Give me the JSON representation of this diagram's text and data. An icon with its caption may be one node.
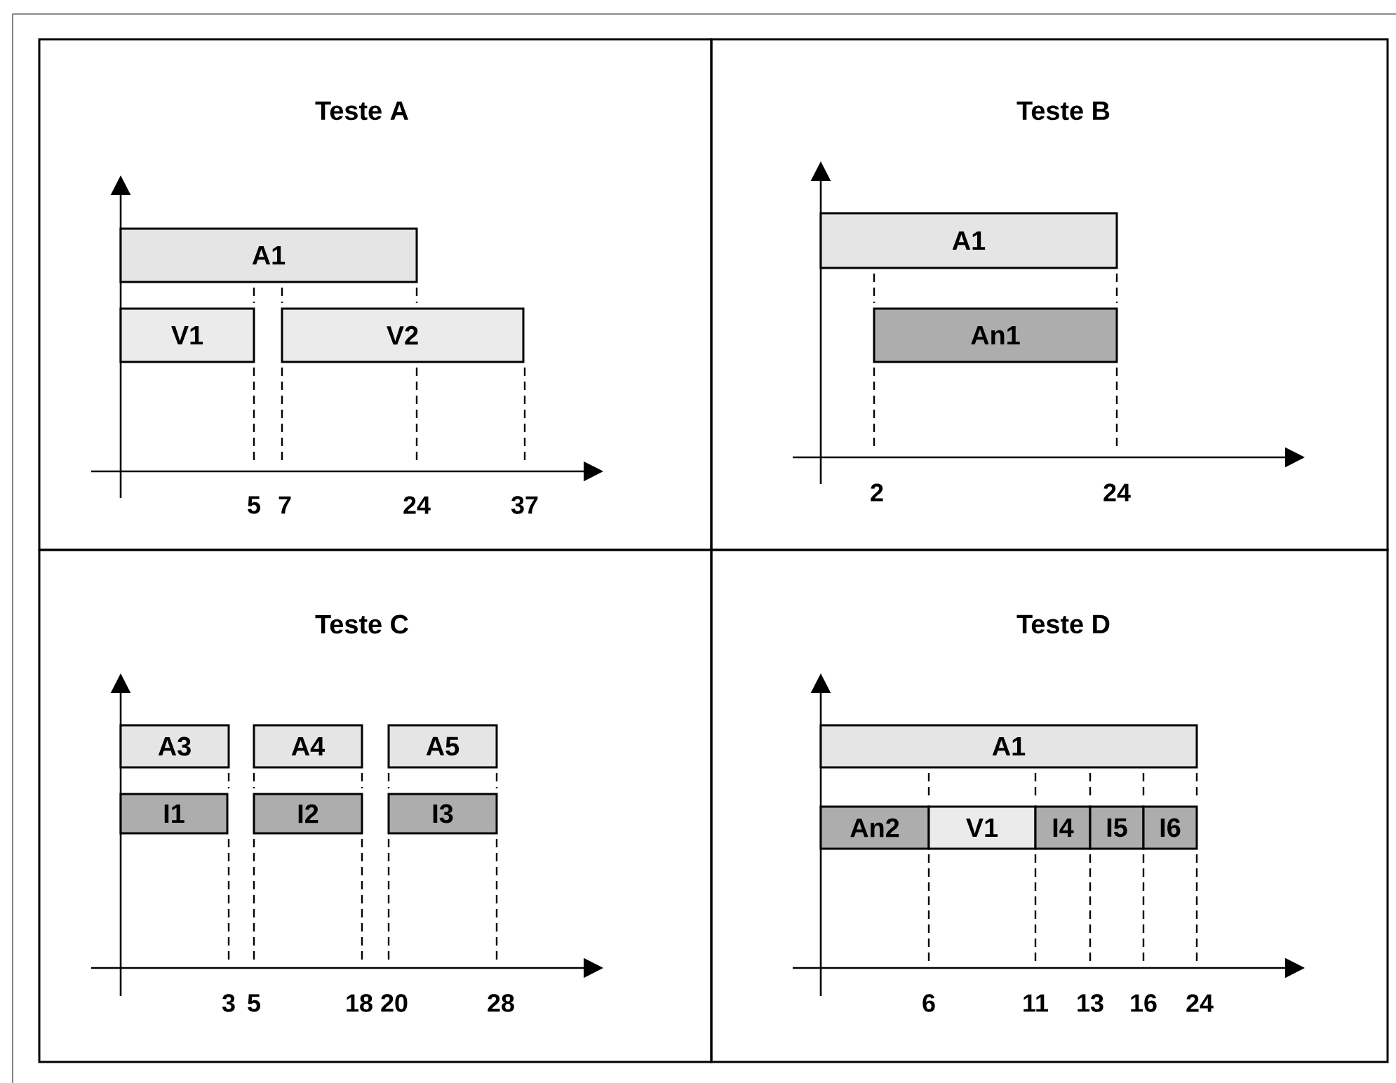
{
  "diagram": {
    "nodes": [
      {
        "text": [
          "Teste A"
        ]
      },
      {
        "text": [
          "A1"
        ],
        "in": 0
      },
      {
        "text": [
          "V1"
        ],
        "in": 0
      },
      {
        "text": [
          "V2"
        ],
        "in": 0
      },
      {
        "text": [
          "Teste B"
        ]
      },
      {
        "text": [
          "A1"
        ],
        "in": 4
      },
      {
        "text": [
          "An1"
        ],
        "in": 4
      },
      {
        "text": [
          "Teste C"
        ]
      },
      {
        "text": [
          "A3"
        ],
        "in": 7
      },
      {
        "text": [
          "A4"
        ],
        "in": 7
      },
      {
        "text": [
          "A5"
        ],
        "in": 7
      },
      {
        "text": [
          "I1"
        ],
        "in": 7
      },
      {
        "text": [
          "I2"
        ],
        "in": 7
      },
      {
        "text": [
          "I3"
        ],
        "in": 7
      },
      {
        "text": [
          "Teste D"
        ]
      },
      {
        "text": [
          "A1"
        ],
        "in": 14
      },
      {
        "text": [
          "An2"
        ],
        "in": 14
      },
      {
        "text": [
          "V1"
        ],
        "in": 14
      },
      {
        "text": [
          "I4"
        ],
        "in": 14
      },
      {
        "text": [
          "I5"
        ],
        "in": 14
      },
      {
        "text": [
          "I6"
        ],
        "in": 14
      }
    ],
    "labels": [
      "5",
      "7",
      "24",
      "37",
      "2",
      "24",
      "3",
      "5",
      "18",
      "20",
      "28",
      "6",
      "11",
      "13",
      "16",
      "24"
    ]
  }
}
